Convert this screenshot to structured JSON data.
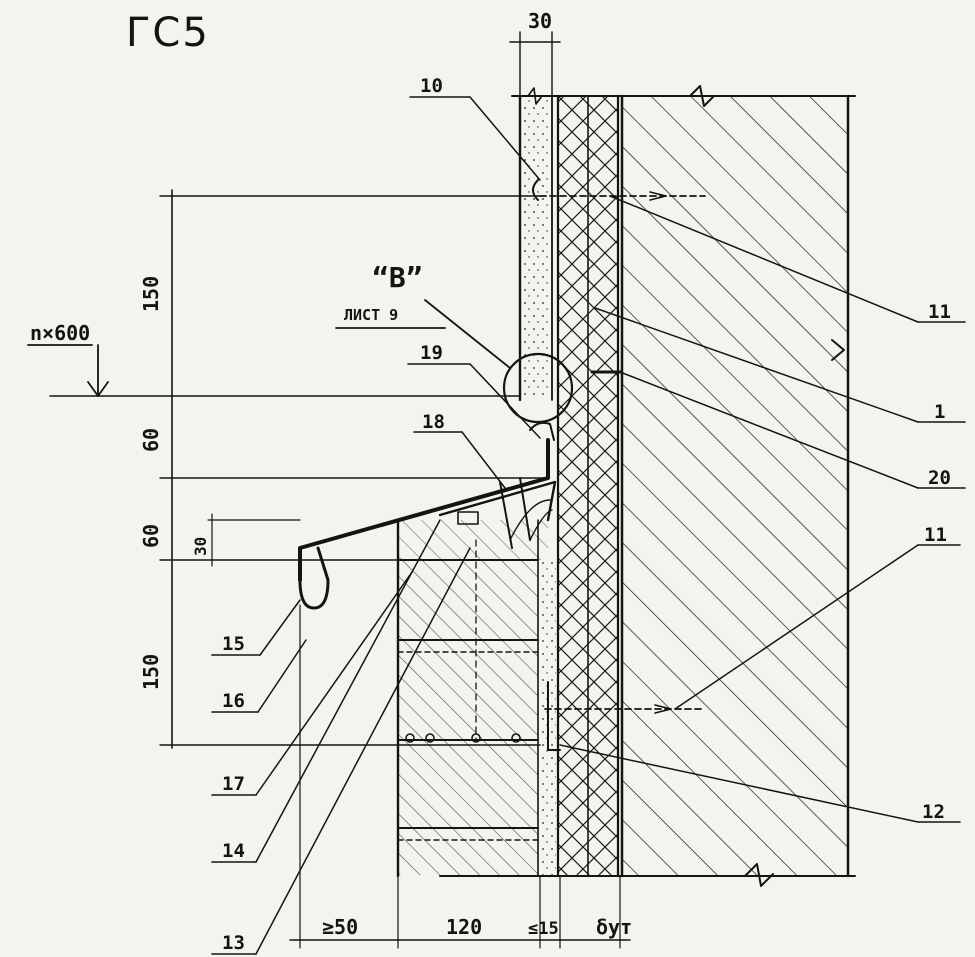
{
  "title": "ГС5",
  "detail_ref": {
    "mark": "“B”",
    "sheet": "ЛИСТ 9"
  },
  "level_mark": "n×600",
  "top_dimension": "30",
  "vertical_dimensions": [
    "150",
    "60",
    "60",
    "30",
    "150"
  ],
  "bottom_dimensions": [
    "≥50",
    "120",
    "≤15",
    "δут"
  ],
  "callouts": [
    "10",
    "11",
    "1",
    "20",
    "11",
    "12",
    "19",
    "18",
    "15",
    "16",
    "17",
    "14",
    "13"
  ],
  "colors": {
    "ink": "#141414",
    "paper": "#f4f3ee"
  }
}
